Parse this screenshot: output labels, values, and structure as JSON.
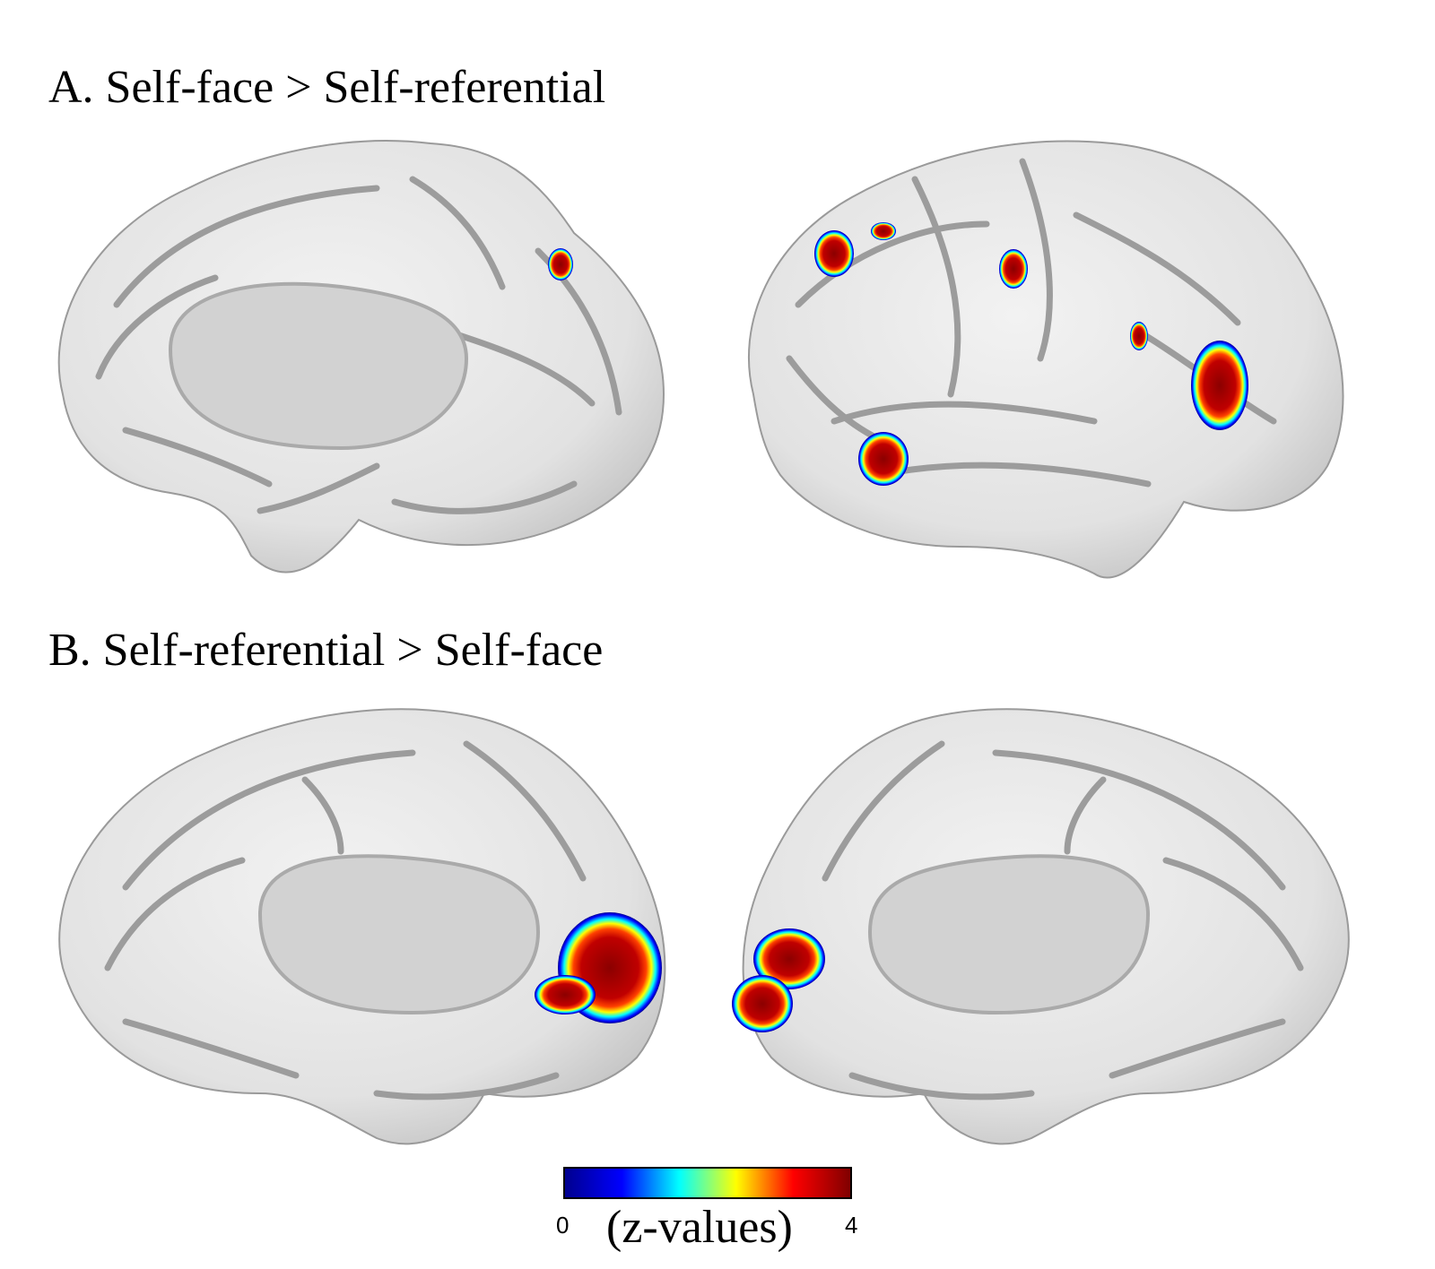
{
  "panels": {
    "a": {
      "title": "A. Self-face > Self-referential"
    },
    "b": {
      "title": "B. Self-referential > Self-face"
    }
  },
  "colorbar": {
    "min_label": "0",
    "max_label": "4",
    "label": "(z-values)",
    "colors": [
      "#00008f",
      "#0000ff",
      "#00ffff",
      "#ffff00",
      "#ff0000",
      "#800000"
    ]
  },
  "colors": {
    "cortex": "#e6e6e6",
    "sulcus": "#8a8a8a",
    "callosum": "#d2d2d2",
    "activation_core": "#b30000"
  }
}
